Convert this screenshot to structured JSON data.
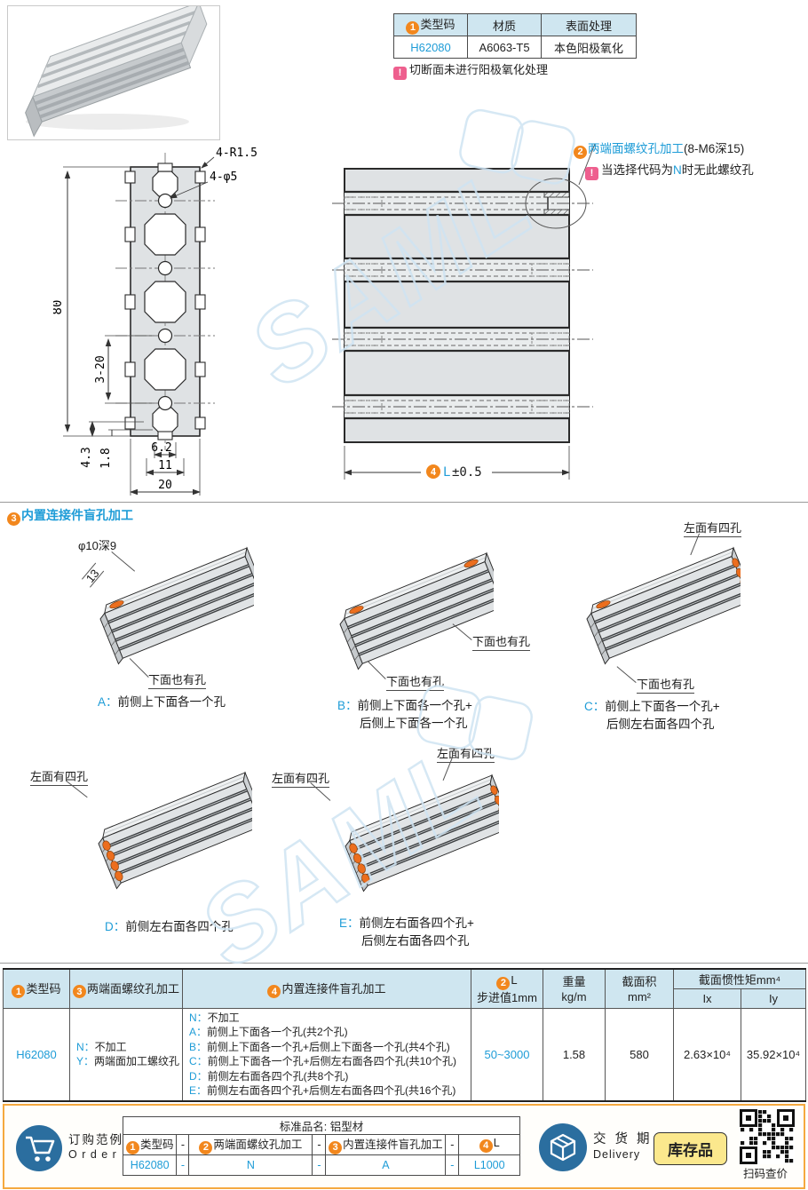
{
  "badges": {
    "b1": "1",
    "b2": "2",
    "b3": "3",
    "b4": "4"
  },
  "top_table": {
    "h1": "类型码",
    "h2": "材质",
    "h3": "表面处理",
    "code": "H62080",
    "material": "A6063-T5",
    "surface": "本色阳极氧化",
    "note": "切断面未进行阳极氧化处理",
    "bang": "!"
  },
  "xsec": {
    "r15": "4-R1.5",
    "d5": "4-φ5",
    "h80": "80",
    "p320": "3-20",
    "d43": "4.3",
    "d18": "1.8",
    "w62": "6.2",
    "w11": "11",
    "w20": "20"
  },
  "side": {
    "callout_label": "两端面螺纹孔加工",
    "callout_suffix": "(8-M6深15)",
    "note_pre": "当选择代码为",
    "note_code": "N",
    "note_post": "时无此螺纹孔",
    "dim_l": "L",
    "dim_tol": "±0.5"
  },
  "sec3": {
    "title": "内置连接件盲孔加工",
    "hole": "φ10深9",
    "th13": "13",
    "below": "下面也有孔",
    "left4": "左面有四孔",
    "capA_code": "A：",
    "capA": "前侧上下面各一个孔",
    "capB_code": "B：",
    "capB1": "前侧上下面各一个孔+",
    "capB2": "后侧上下面各一个孔",
    "capC_code": "C：",
    "capC1": "前侧上下面各一个孔+",
    "capC2": "后侧左右面各四个孔",
    "capD_code": "D：",
    "capD": "前侧左右面各四个孔",
    "capE_code": "E：",
    "capE1": "前侧左右面各四个孔+",
    "capE2": "后侧左右面各四个孔"
  },
  "spec": {
    "headers": {
      "c1": "类型码",
      "c2": "两端面螺纹孔加工",
      "c3": "内置连接件盲孔加工",
      "c4a": "L",
      "c4b": "步进值1mm",
      "c5a": "重量",
      "c5b": "kg/m",
      "c6a": "截面积",
      "c6b": "mm²",
      "c7": "截面惯性矩mm⁴",
      "ix": "Ix",
      "iy": "Iy"
    },
    "row": {
      "code": "H62080",
      "thread": [
        {
          "c": "N：",
          "d": "不加工"
        },
        {
          "c": "Y：",
          "d": "两端面加工螺纹孔"
        }
      ],
      "blind": [
        {
          "c": "N：",
          "d": "不加工"
        },
        {
          "c": "A：",
          "d": "前侧上下面各一个孔(共2个孔)"
        },
        {
          "c": "B：",
          "d": "前侧上下面各一个孔+后侧上下面各一个孔(共4个孔)"
        },
        {
          "c": "C：",
          "d": "前侧上下面各一个孔+后侧左右面各四个孔(共10个孔)"
        },
        {
          "c": "D：",
          "d": "前侧左右面各四个孔(共8个孔)"
        },
        {
          "c": "E：",
          "d": "前侧左右面各四个孔+后侧左右面各四个孔(共16个孔)"
        }
      ],
      "range": "50~3000",
      "weight": "1.58",
      "area": "580",
      "ix": "2.63×10⁴",
      "iy": "35.92×10⁴"
    }
  },
  "order": {
    "title_cn": "订购范例",
    "title_en": "O r d e r",
    "std_name": "标准品名: 铝型材",
    "h1": "类型码",
    "h2": "两端面螺纹孔加工",
    "h3": "内置连接件盲孔加工",
    "h4": "L",
    "dash": "-",
    "v1": "H62080",
    "v2": "N",
    "v3": "A",
    "v4": "L1000",
    "delivery_cn": "交 货 期",
    "delivery_en": "Delivery",
    "stock": "库存品",
    "qr": "扫码查价"
  },
  "watermark": "SAML"
}
